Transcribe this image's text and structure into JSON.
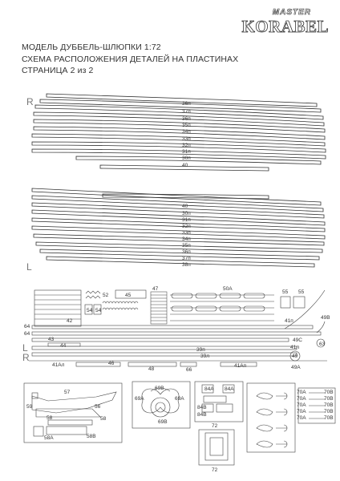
{
  "logo": {
    "line1": "MASTER",
    "line2": "KORABEL"
  },
  "title": {
    "line1": "МОДЕЛЬ ДУББЕЛЬ-ШЛЮПКИ 1:72",
    "line2": "СХЕМА РАСПОЛОЖЕНИЯ ДЕТАЛЕЙ НА ПЛАСТИНАХ",
    "line3": "СТРАНИЦА 2 из 2"
  },
  "markers": {
    "right": "R",
    "left": "L"
  },
  "planks_right": [
    "36п",
    "37п",
    "36п",
    "35п",
    "34п",
    "33п",
    "32п",
    "31п",
    "30п",
    "40"
  ],
  "planks_left": [
    "40",
    "30п",
    "31п",
    "32п",
    "33п",
    "34п",
    "35п",
    "36п",
    "37п",
    "38п"
  ],
  "parts": {
    "p52": "52",
    "p45": "45",
    "p47": "47",
    "p50a": "50А",
    "p55a": "55",
    "p55b": "55",
    "p54a": "54",
    "p54b": "54",
    "p42": "42",
    "p64a": "64",
    "p64b": "64",
    "p41n": "41п",
    "p43": "43",
    "p44": "44",
    "p49b": "49В",
    "p49c": "49С",
    "p41l_mid": "41л",
    "p63": "63",
    "p49": "49",
    "p39n": "39п",
    "p39l": "39л",
    "p41al": "41Ал",
    "p46": "46",
    "p48": "48",
    "p66": "66",
    "p41an": "41Ап",
    "p49a": "49А",
    "p57": "57",
    "p59": "59",
    "p56": "56",
    "p58": "58",
    "p58a": "58А",
    "p58b": "58В",
    "p69a": "69А",
    "p69b_top": "69В",
    "p69a_r": "69А",
    "p69b": "69В",
    "p84a1": "84А",
    "p84a2": "84А",
    "p84b1": "84В",
    "p84b2": "84В",
    "p72a": "72",
    "p72b": "72",
    "p70a": "70А",
    "p70b": "70В"
  }
}
